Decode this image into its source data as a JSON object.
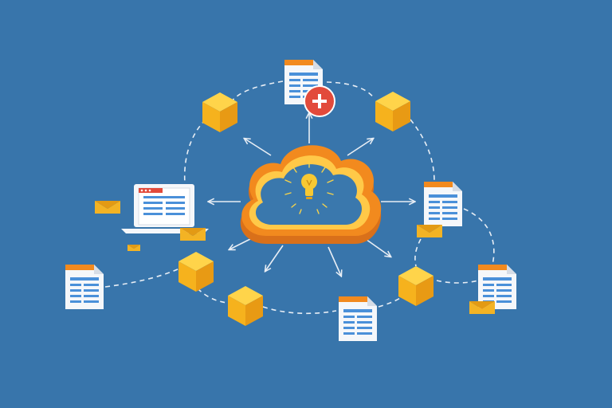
{
  "diagram": {
    "center": {
      "icon": "lightbulb-icon"
    },
    "nodes": [
      {
        "id": "doc-top",
        "kind": "document",
        "badge": "plus-badge"
      },
      {
        "id": "doc-right",
        "kind": "document",
        "badge": "envelope"
      },
      {
        "id": "doc-bottom",
        "kind": "document"
      },
      {
        "id": "doc-left",
        "kind": "document"
      },
      {
        "id": "doc-far-right",
        "kind": "document",
        "badge": "envelope"
      },
      {
        "id": "laptop",
        "kind": "laptop",
        "badge": "envelope"
      },
      {
        "id": "cube-top-left",
        "kind": "cube"
      },
      {
        "id": "cube-top-right",
        "kind": "cube"
      },
      {
        "id": "cube-left",
        "kind": "cube"
      },
      {
        "id": "cube-bottom-left",
        "kind": "cube"
      },
      {
        "id": "cube-right",
        "kind": "cube"
      }
    ]
  },
  "colors": {
    "background": "#3875ab",
    "cloud_outer": "#f28a1e",
    "cloud_inner": "#3a78ad",
    "cube_top": "#ffd44a",
    "cube_left": "#f6b21d",
    "cube_right": "#e89a14",
    "document": "#f5f7fa",
    "document_header": "#f28a1e",
    "document_lines": "#4a90d9",
    "plus_badge": "#e24a3b",
    "envelope": "#f3b324",
    "connector": "#e8eef5"
  }
}
